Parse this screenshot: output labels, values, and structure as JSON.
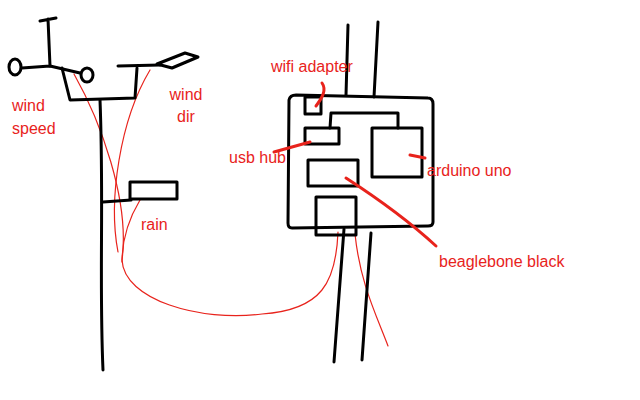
{
  "diagram": {
    "labels": [
      "wind speed",
      "wind dir",
      "rain",
      "wifi adapter",
      "usb hub",
      "arduino uno",
      "beaglebone black"
    ]
  }
}
